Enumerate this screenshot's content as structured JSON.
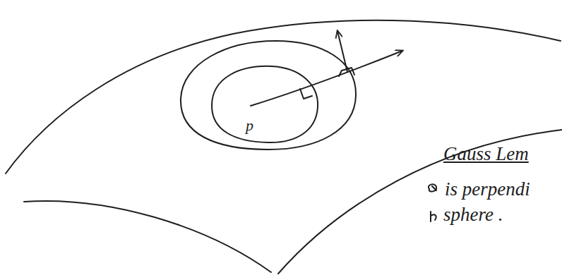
{
  "diagram": {
    "labels": [
      "p",
      "Gauss Lem",
      "is perpendi",
      "sphere ."
    ]
  }
}
